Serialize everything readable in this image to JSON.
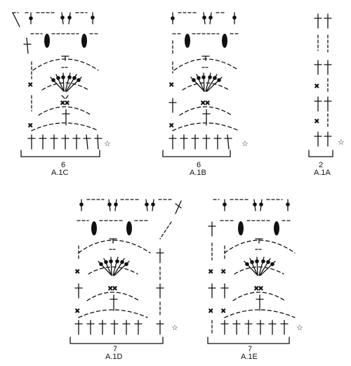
{
  "star_symbol": "☆",
  "diagrams": [
    {
      "id": "A.1C",
      "label": "A.1C",
      "count": "6"
    },
    {
      "id": "A.1B",
      "label": "A.1B",
      "count": "6"
    },
    {
      "id": "A.1A",
      "label": "A.1A",
      "count": "2"
    },
    {
      "id": "A.1D",
      "label": "A.1D",
      "count": "7"
    },
    {
      "id": "A.1E",
      "label": "A.1E",
      "count": "7"
    }
  ]
}
